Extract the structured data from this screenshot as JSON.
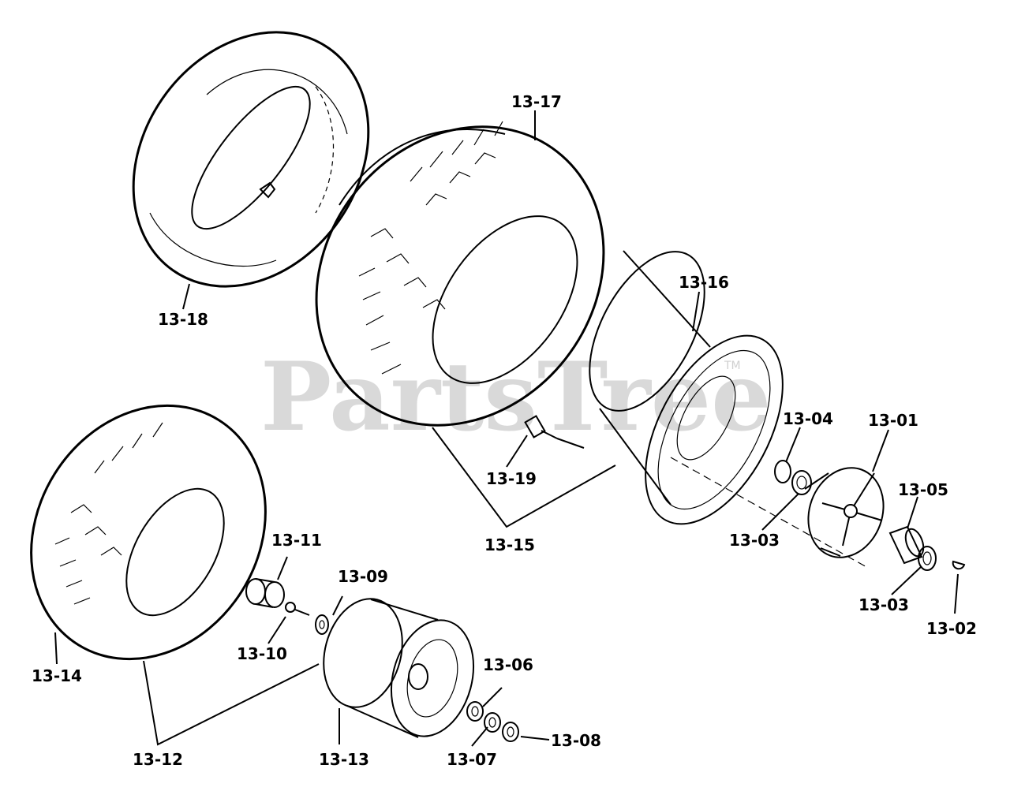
{
  "watermark": {
    "text": "PartsTree",
    "trademark": "TM",
    "color": "#d9d9d9"
  },
  "parts": [
    {
      "id": "13-01"
    },
    {
      "id": "13-02"
    },
    {
      "id": "13-03"
    },
    {
      "id": "13-04"
    },
    {
      "id": "13-05"
    },
    {
      "id": "13-06"
    },
    {
      "id": "13-07"
    },
    {
      "id": "13-08"
    },
    {
      "id": "13-09"
    },
    {
      "id": "13-10"
    },
    {
      "id": "13-11"
    },
    {
      "id": "13-12"
    },
    {
      "id": "13-13"
    },
    {
      "id": "13-14"
    },
    {
      "id": "13-15"
    },
    {
      "id": "13-16"
    },
    {
      "id": "13-17"
    },
    {
      "id": "13-18"
    },
    {
      "id": "13-19"
    }
  ],
  "callouts": {
    "c1801": "13-18",
    "c1701": "13-17",
    "c1601": "13-16",
    "c1901": "13-19",
    "c1501": "13-15",
    "c0401": "13-04",
    "c0101": "13-01",
    "c0501": "13-05",
    "c0301": "13-03",
    "c0302": "13-03",
    "c0201": "13-02",
    "c1101": "13-11",
    "c0901": "13-09",
    "c1001": "13-10",
    "c1401": "13-14",
    "c0601": "13-06",
    "c1201": "13-12",
    "c1301": "13-13",
    "c0701": "13-07",
    "c0801": "13-08"
  }
}
